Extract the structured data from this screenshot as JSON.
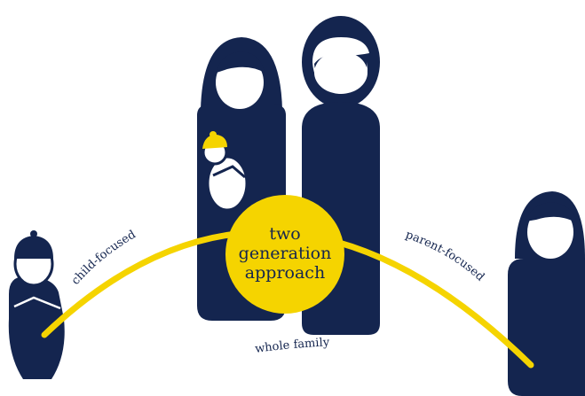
{
  "center": {
    "line1": "two",
    "line2": "generation",
    "line3": "approach"
  },
  "labels": {
    "child": "child-focused",
    "parent": "parent-focused",
    "family": "whole family"
  },
  "colors": {
    "figure": "#14254f",
    "accent": "#f5d400",
    "background": "#ffffff"
  }
}
